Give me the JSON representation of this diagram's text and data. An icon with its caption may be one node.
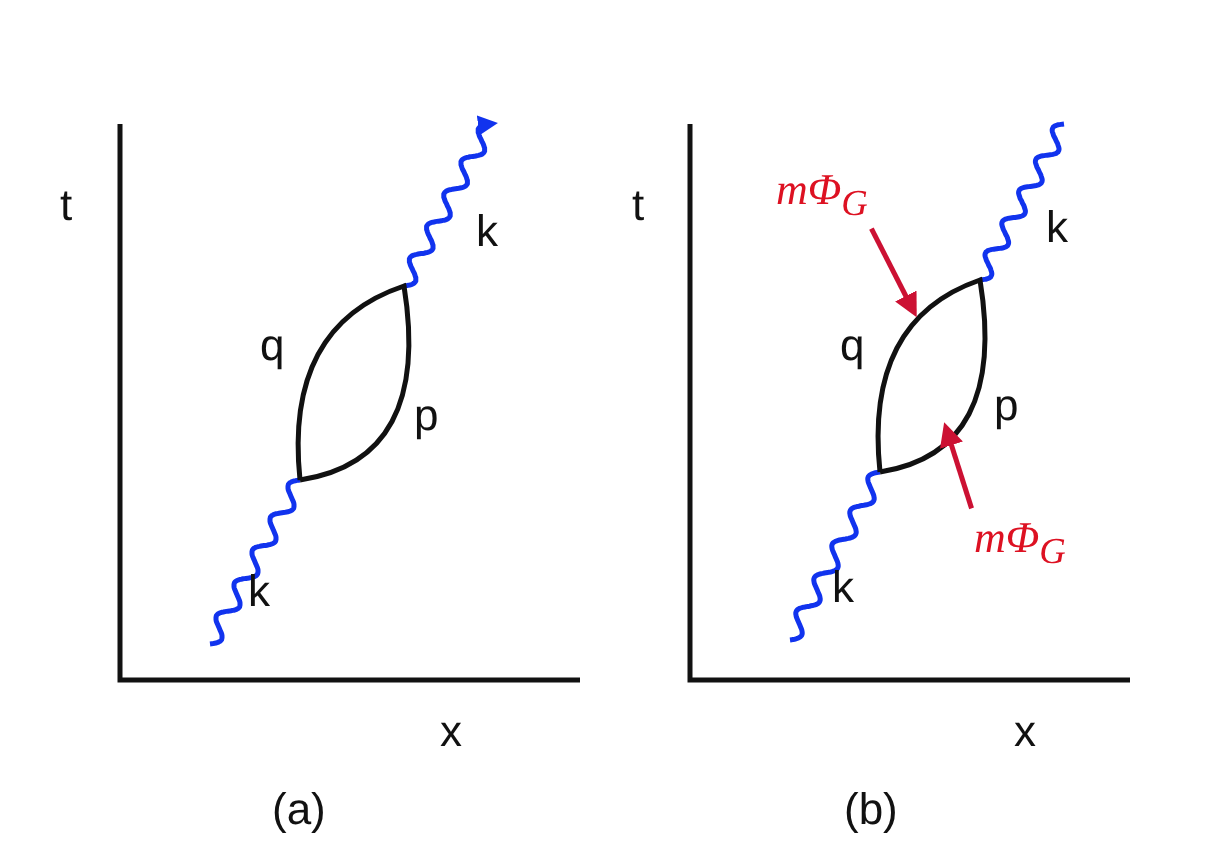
{
  "diagram": {
    "nodes": [
      {
        "text": [
          "mΦ$_{G}$"
        ]
      },
      {
        "text": [
          "mΦ$_{G}$"
        ]
      }
    ],
    "edges": [
      {
        "from": 0,
        "to": null,
        "arrow": "to",
        "color": "#cc1133"
      },
      {
        "from": 1,
        "to": null,
        "arrow": "to",
        "color": "#cc1133"
      }
    ],
    "labels": [
      "t",
      "k",
      "q",
      "p",
      "k",
      "x",
      "(a)",
      "t",
      "k",
      "q",
      "p",
      "k",
      "x",
      "(b)"
    ]
  }
}
